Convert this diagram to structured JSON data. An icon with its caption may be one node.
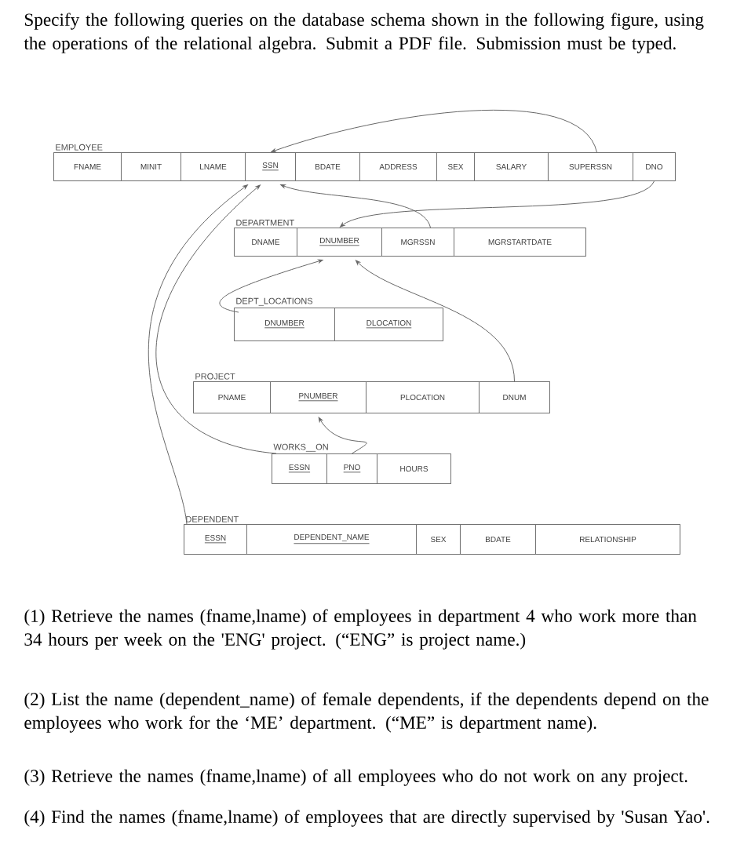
{
  "diagram": {
    "nodes": [
      {
        "text": [
          "EMPLOYEE"
        ]
      },
      {
        "text": [
          "FNAME"
        ],
        "in": 0
      },
      {
        "text": [
          "MINIT"
        ],
        "in": 0
      },
      {
        "text": [
          "LNAME"
        ],
        "in": 0
      },
      {
        "text": [
          "SSN"
        ],
        "in": 0
      },
      {
        "text": [
          "BDATE"
        ],
        "in": 0
      },
      {
        "text": [
          "ADDRESS"
        ],
        "in": 0
      },
      {
        "text": [
          "SEX"
        ],
        "in": 0
      },
      {
        "text": [
          "SALARY"
        ],
        "in": 0
      },
      {
        "text": [
          "SUPERSSN"
        ],
        "in": 0
      },
      {
        "text": [
          "DNO"
        ],
        "in": 0
      },
      {
        "text": [
          "DEPARTMENT"
        ]
      },
      {
        "text": [
          "DNAME"
        ],
        "in": 11
      },
      {
        "text": [
          "DNUMBER"
        ],
        "in": 11
      },
      {
        "text": [
          "MGRSSN"
        ],
        "in": 11
      },
      {
        "text": [
          "MGRSTARTDATE"
        ],
        "in": 11
      },
      {
        "text": [
          "DEPT_LOCATIONS"
        ]
      },
      {
        "text": [
          "DNUMBER"
        ],
        "in": 16
      },
      {
        "text": [
          "DLOCATION"
        ],
        "in": 16
      },
      {
        "text": [
          "PROJECT"
        ]
      },
      {
        "text": [
          "PNAME"
        ],
        "in": 19
      },
      {
        "text": [
          "PNUMBER"
        ],
        "in": 19
      },
      {
        "text": [
          "PLOCATION"
        ],
        "in": 19
      },
      {
        "text": [
          "DNUM"
        ],
        "in": 19
      },
      {
        "text": [
          "WORKS__ON"
        ]
      },
      {
        "text": [
          "ESSN"
        ],
        "in": 24
      },
      {
        "text": [
          "PNO"
        ],
        "in": 24
      },
      {
        "text": [
          "HOURS"
        ],
        "in": 24
      },
      {
        "text": [
          "DEPENDENT"
        ]
      },
      {
        "text": [
          "ESSN"
        ],
        "in": 28
      },
      {
        "text": [
          "DEPENDENT_NAME"
        ],
        "in": 28
      },
      {
        "text": [
          "SEX"
        ],
        "in": 28
      },
      {
        "text": [
          "BDATE"
        ],
        "in": 28
      },
      {
        "text": [
          "RELATIONSHIP"
        ],
        "in": 28
      }
    ],
    "edges": [
      {
        "from": 9,
        "to": 4,
        "arrow": "to"
      },
      {
        "from": 10,
        "to": 13,
        "arrow": "to"
      },
      {
        "from": 14,
        "to": 4,
        "arrow": "to"
      },
      {
        "from": 17,
        "to": 13,
        "arrow": "to"
      },
      {
        "from": 23,
        "to": 13,
        "arrow": "to"
      },
      {
        "from": 25,
        "to": 4,
        "arrow": "to"
      },
      {
        "from": 26,
        "to": 21,
        "arrow": "to"
      },
      {
        "from": 29,
        "to": 4,
        "arrow": "to"
      }
    ],
    "labels": [
      "Specify the following queries on the database schema shown in the following figure, using the operations of the relational algebra. Submit a PDF file. Submission must be typed.",
      "(1) Retrieve the names (fname,lname) of employees in department 4 who work more than 34 hours per week on the 'ENG' project. (“ENG” is project name.)",
      "(2) List the name (dependent_name) of female dependents, if the dependents depend on the employees who work for the ‘ME’ department. (“ME” is department name).",
      "(3) Retrieve the names (fname,lname) of all employees who do not work on any project.",
      "(4) Find the names (fname,lname) of employees that are directly supervised by 'Susan Yao'."
    ]
  }
}
